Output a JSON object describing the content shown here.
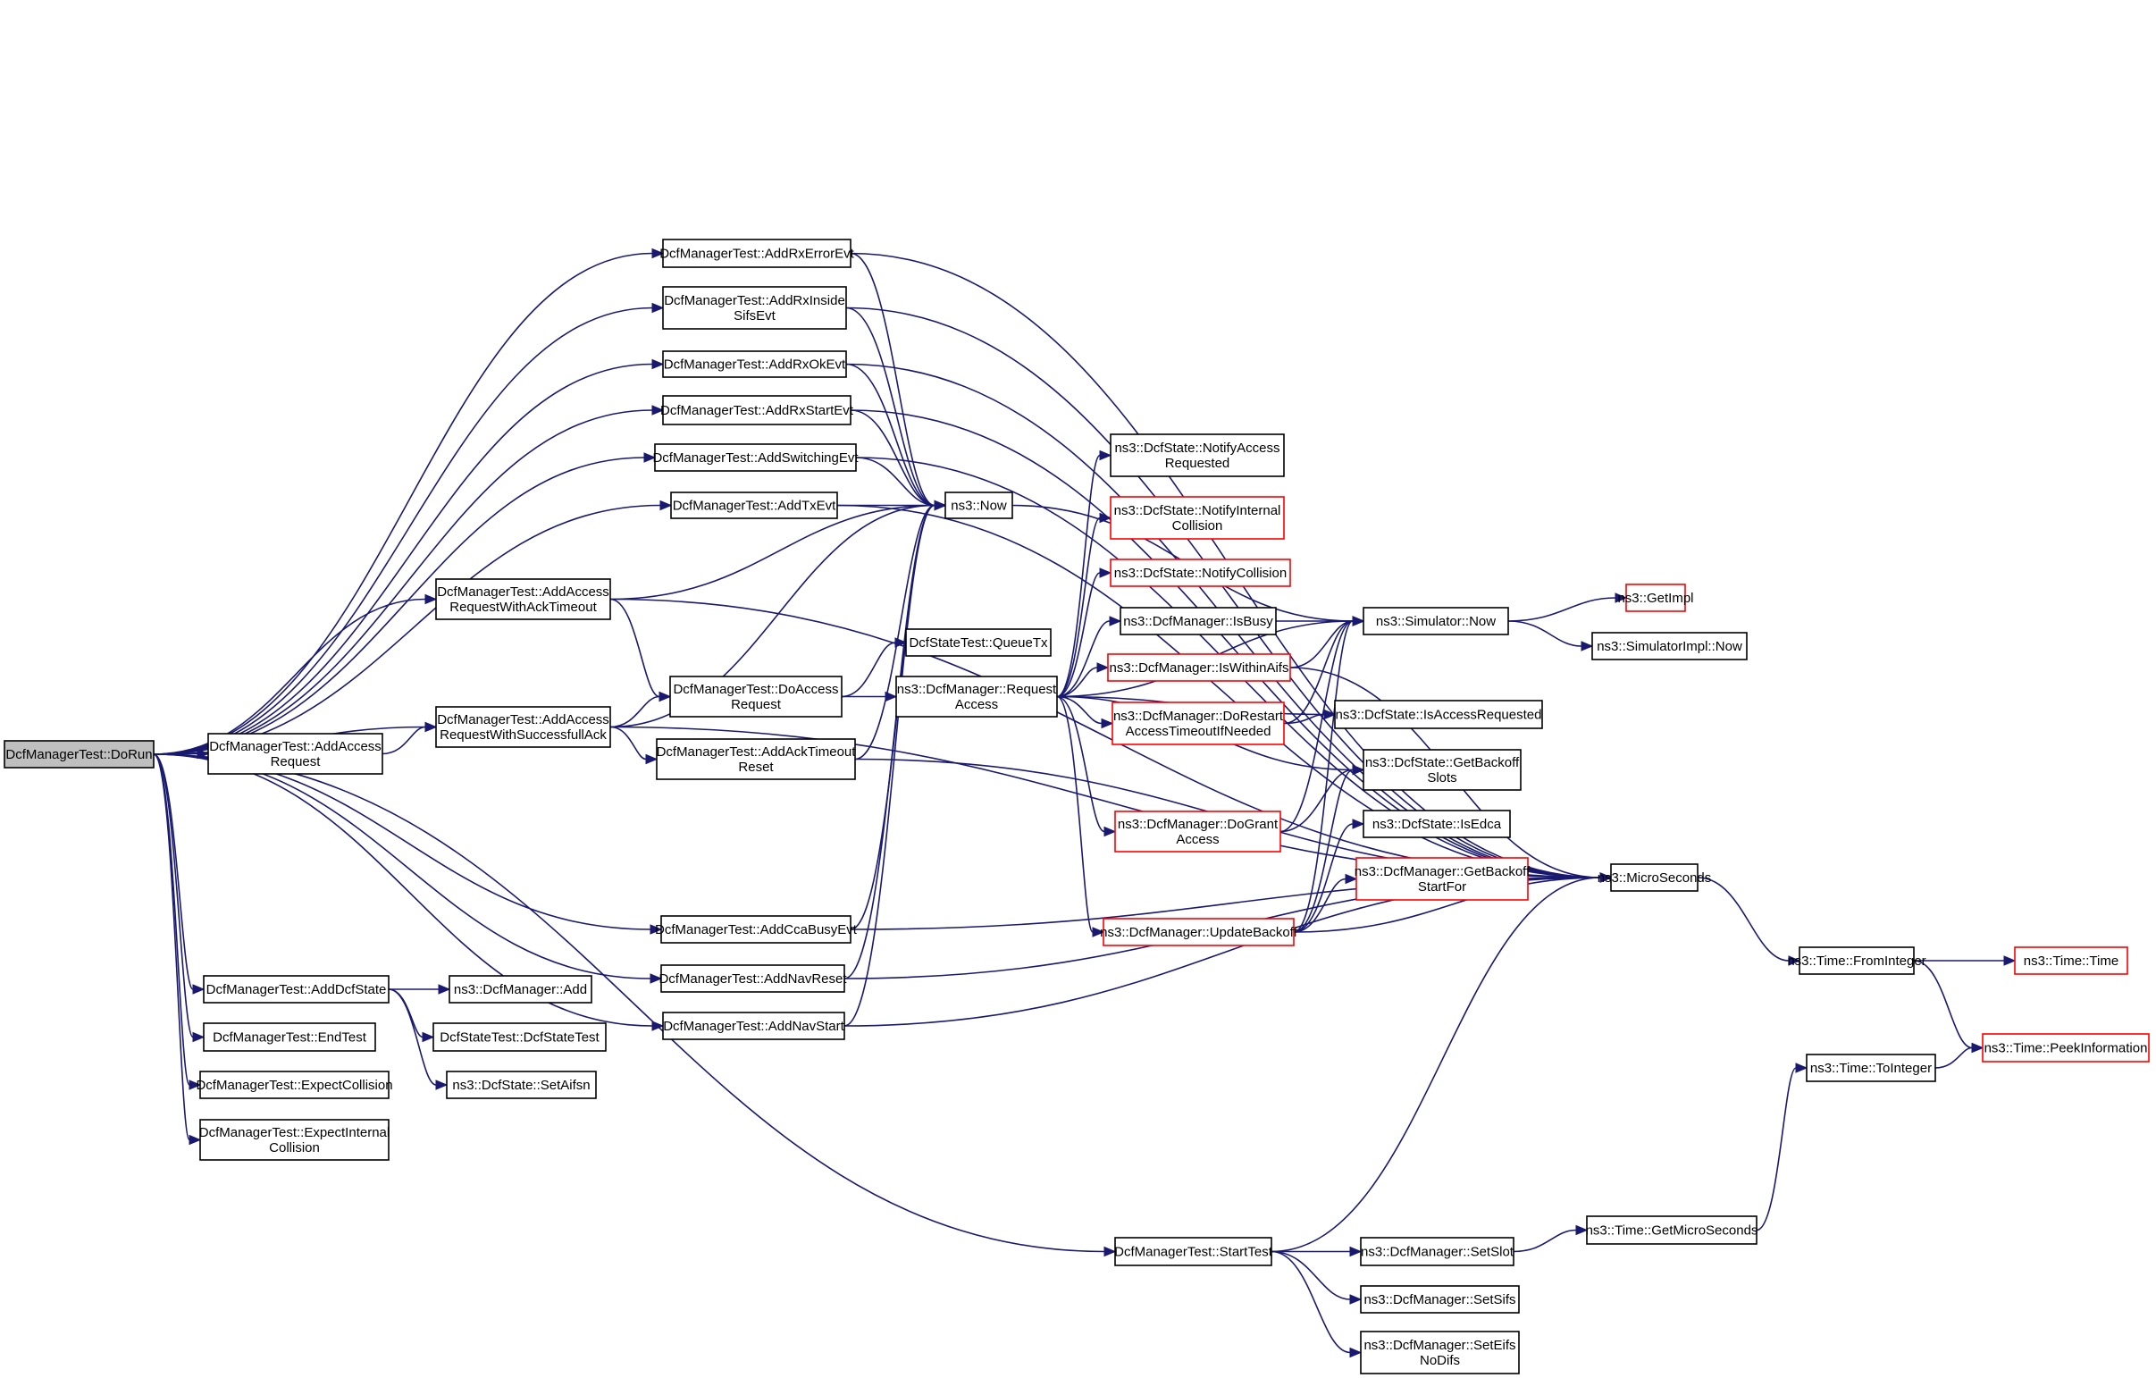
{
  "colors": {
    "edge": "#191970",
    "node_border": "#000000",
    "node_border_truncated": "#ff0000",
    "root_fill": "#bfbfbf"
  },
  "nodes": [
    {
      "id": "dorun",
      "lines": [
        "DcfManagerTest::DoRun"
      ],
      "root": true
    },
    {
      "id": "addaccessreq",
      "lines": [
        "DcfManagerTest::AddAccess",
        "Request"
      ]
    },
    {
      "id": "addreqsucc",
      "lines": [
        "DcfManagerTest::AddAccess",
        "RequestWithSuccessfullAck"
      ]
    },
    {
      "id": "addreqack",
      "lines": [
        "DcfManagerTest::AddAccess",
        "RequestWithAckTimeout"
      ]
    },
    {
      "id": "addrxerr",
      "lines": [
        "DcfManagerTest::AddRxErrorEvt"
      ]
    },
    {
      "id": "addrxinside",
      "lines": [
        "DcfManagerTest::AddRxInside",
        "SifsEvt"
      ]
    },
    {
      "id": "addrxok",
      "lines": [
        "DcfManagerTest::AddRxOkEvt"
      ]
    },
    {
      "id": "addrxstart",
      "lines": [
        "DcfManagerTest::AddRxStartEvt"
      ]
    },
    {
      "id": "addswitch",
      "lines": [
        "DcfManagerTest::AddSwitchingEvt"
      ]
    },
    {
      "id": "addtx",
      "lines": [
        "DcfManagerTest::AddTxEvt"
      ]
    },
    {
      "id": "doaccess",
      "lines": [
        "DcfManagerTest::DoAccess",
        "Request"
      ]
    },
    {
      "id": "addacktimeout",
      "lines": [
        "DcfManagerTest::AddAckTimeout",
        "Reset"
      ]
    },
    {
      "id": "addcca",
      "lines": [
        "DcfManagerTest::AddCcaBusyEvt"
      ]
    },
    {
      "id": "addnavreset",
      "lines": [
        "DcfManagerTest::AddNavReset"
      ]
    },
    {
      "id": "addnavstart",
      "lines": [
        "DcfManagerTest::AddNavStart"
      ]
    },
    {
      "id": "adddcf",
      "lines": [
        "DcfManagerTest::AddDcfState"
      ]
    },
    {
      "id": "endtest",
      "lines": [
        "DcfManagerTest::EndTest"
      ]
    },
    {
      "id": "expcoll",
      "lines": [
        "DcfManagerTest::ExpectCollision"
      ]
    },
    {
      "id": "expint",
      "lines": [
        "DcfManagerTest::ExpectInternal",
        "Collision"
      ]
    },
    {
      "id": "mgradd",
      "lines": [
        "ns3::DcfManager::Add"
      ]
    },
    {
      "id": "dcfstatetest",
      "lines": [
        "DcfStateTest::DcfStateTest"
      ]
    },
    {
      "id": "setaifsn",
      "lines": [
        "ns3::DcfState::SetAifsn"
      ]
    },
    {
      "id": "now",
      "lines": [
        "ns3::Now"
      ]
    },
    {
      "id": "queuetx",
      "lines": [
        "DcfStateTest::QueueTx"
      ]
    },
    {
      "id": "reqaccess",
      "lines": [
        "ns3::DcfManager::Request",
        "Access"
      ]
    },
    {
      "id": "notifyaccess",
      "lines": [
        "ns3::DcfState::NotifyAccess",
        "Requested"
      ]
    },
    {
      "id": "notifyint",
      "lines": [
        "ns3::DcfState::NotifyInternal",
        "Collision"
      ],
      "truncated": true
    },
    {
      "id": "notifycoll",
      "lines": [
        "ns3::DcfState::NotifyCollision"
      ],
      "truncated": true
    },
    {
      "id": "isbusy",
      "lines": [
        "ns3::DcfManager::IsBusy"
      ]
    },
    {
      "id": "iswithin",
      "lines": [
        "ns3::DcfManager::IsWithinAifs"
      ],
      "truncated": true
    },
    {
      "id": "dorestart",
      "lines": [
        "ns3::DcfManager::DoRestart",
        "AccessTimeoutIfNeeded"
      ],
      "truncated": true
    },
    {
      "id": "dogrant",
      "lines": [
        "ns3::DcfManager::DoGrant",
        "Access"
      ],
      "truncated": true
    },
    {
      "id": "updatebackoff",
      "lines": [
        "ns3::DcfManager::UpdateBackoff"
      ],
      "truncated": true
    },
    {
      "id": "simnow",
      "lines": [
        "ns3::Simulator::Now"
      ]
    },
    {
      "id": "isaccessreq",
      "lines": [
        "ns3::DcfState::IsAccessRequested"
      ]
    },
    {
      "id": "getbackoffslots",
      "lines": [
        "ns3::DcfState::GetBackoff",
        "Slots"
      ]
    },
    {
      "id": "isedca",
      "lines": [
        "ns3::DcfState::IsEdca"
      ]
    },
    {
      "id": "getbackoffstart",
      "lines": [
        "ns3::DcfManager::GetBackoff",
        "StartFor"
      ],
      "truncated": true
    },
    {
      "id": "micro",
      "lines": [
        "ns3::MicroSeconds"
      ]
    },
    {
      "id": "getimpl",
      "lines": [
        "ns3::GetImpl"
      ],
      "truncated": true
    },
    {
      "id": "simimplnow",
      "lines": [
        "ns3::SimulatorImpl::Now"
      ]
    },
    {
      "id": "frominteger",
      "lines": [
        "ns3::Time::FromInteger"
      ]
    },
    {
      "id": "timetime",
      "lines": [
        "ns3::Time::Time"
      ],
      "truncated": true
    },
    {
      "id": "peekinfo",
      "lines": [
        "ns3::Time::PeekInformation"
      ],
      "truncated": true
    },
    {
      "id": "tointeger",
      "lines": [
        "ns3::Time::ToInteger"
      ]
    },
    {
      "id": "getmicro",
      "lines": [
        "ns3::Time::GetMicroSeconds"
      ]
    },
    {
      "id": "starttest",
      "lines": [
        "DcfManagerTest::StartTest"
      ]
    },
    {
      "id": "setslot",
      "lines": [
        "ns3::DcfManager::SetSlot"
      ]
    },
    {
      "id": "setsifs",
      "lines": [
        "ns3::DcfManager::SetSifs"
      ]
    },
    {
      "id": "seteifs",
      "lines": [
        "ns3::DcfManager::SetEifs",
        "NoDifs"
      ]
    }
  ],
  "edges": [
    [
      "dorun",
      "addaccessreq"
    ],
    [
      "dorun",
      "addreqsucc"
    ],
    [
      "dorun",
      "addreqack"
    ],
    [
      "dorun",
      "addrxerr"
    ],
    [
      "dorun",
      "addrxinside"
    ],
    [
      "dorun",
      "addrxok"
    ],
    [
      "dorun",
      "addrxstart"
    ],
    [
      "dorun",
      "addswitch"
    ],
    [
      "dorun",
      "addtx"
    ],
    [
      "dorun",
      "addcca"
    ],
    [
      "dorun",
      "addnavreset"
    ],
    [
      "dorun",
      "addnavstart"
    ],
    [
      "dorun",
      "adddcf"
    ],
    [
      "dorun",
      "endtest"
    ],
    [
      "dorun",
      "expcoll"
    ],
    [
      "dorun",
      "expint"
    ],
    [
      "dorun",
      "starttest"
    ],
    [
      "addaccessreq",
      "addreqsucc"
    ],
    [
      "addreqsucc",
      "doaccess"
    ],
    [
      "addreqsucc",
      "addacktimeout"
    ],
    [
      "addreqsucc",
      "now"
    ],
    [
      "addreqsucc",
      "micro"
    ],
    [
      "addreqack",
      "doaccess"
    ],
    [
      "addreqack",
      "now"
    ],
    [
      "addreqack",
      "micro"
    ],
    [
      "addrxerr",
      "now"
    ],
    [
      "addrxerr",
      "micro"
    ],
    [
      "addrxinside",
      "now"
    ],
    [
      "addrxinside",
      "micro"
    ],
    [
      "addrxok",
      "now"
    ],
    [
      "addrxok",
      "micro"
    ],
    [
      "addrxstart",
      "now"
    ],
    [
      "addrxstart",
      "micro"
    ],
    [
      "addswitch",
      "now"
    ],
    [
      "addswitch",
      "micro"
    ],
    [
      "addtx",
      "now"
    ],
    [
      "addtx",
      "micro"
    ],
    [
      "doaccess",
      "queuetx"
    ],
    [
      "doaccess",
      "reqaccess"
    ],
    [
      "addacktimeout",
      "now"
    ],
    [
      "addacktimeout",
      "micro"
    ],
    [
      "addcca",
      "now"
    ],
    [
      "addcca",
      "micro"
    ],
    [
      "addnavreset",
      "now"
    ],
    [
      "addnavreset",
      "micro"
    ],
    [
      "addnavstart",
      "now"
    ],
    [
      "addnavstart",
      "micro"
    ],
    [
      "adddcf",
      "mgradd"
    ],
    [
      "adddcf",
      "dcfstatetest"
    ],
    [
      "adddcf",
      "setaifsn"
    ],
    [
      "now",
      "simnow"
    ],
    [
      "reqaccess",
      "notifyaccess"
    ],
    [
      "reqaccess",
      "notifyint"
    ],
    [
      "reqaccess",
      "notifycoll"
    ],
    [
      "reqaccess",
      "isbusy"
    ],
    [
      "reqaccess",
      "iswithin"
    ],
    [
      "reqaccess",
      "dorestart"
    ],
    [
      "reqaccess",
      "dogrant"
    ],
    [
      "reqaccess",
      "updatebackoff"
    ],
    [
      "reqaccess",
      "simnow"
    ],
    [
      "reqaccess",
      "isaccessreq"
    ],
    [
      "reqaccess",
      "getbackoffslots"
    ],
    [
      "isbusy",
      "simnow"
    ],
    [
      "iswithin",
      "simnow"
    ],
    [
      "iswithin",
      "micro"
    ],
    [
      "dorestart",
      "simnow"
    ],
    [
      "dorestart",
      "isaccessreq"
    ],
    [
      "dogrant",
      "simnow"
    ],
    [
      "dogrant",
      "getbackoffslots"
    ],
    [
      "updatebackoff",
      "simnow"
    ],
    [
      "updatebackoff",
      "getbackoffslots"
    ],
    [
      "updatebackoff",
      "isedca"
    ],
    [
      "updatebackoff",
      "getbackoffstart"
    ],
    [
      "updatebackoff",
      "micro"
    ],
    [
      "getbackoffstart",
      "micro"
    ],
    [
      "simnow",
      "getimpl"
    ],
    [
      "simnow",
      "simimplnow"
    ],
    [
      "micro",
      "frominteger"
    ],
    [
      "frominteger",
      "timetime"
    ],
    [
      "frominteger",
      "peekinfo"
    ],
    [
      "tointeger",
      "peekinfo"
    ],
    [
      "getmicro",
      "tointeger"
    ],
    [
      "starttest",
      "micro"
    ],
    [
      "starttest",
      "setslot"
    ],
    [
      "starttest",
      "setsifs"
    ],
    [
      "starttest",
      "seteifs"
    ],
    [
      "setslot",
      "getmicro"
    ]
  ]
}
